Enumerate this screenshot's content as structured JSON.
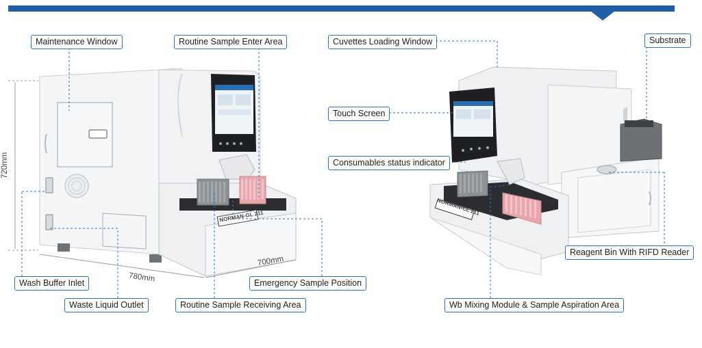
{
  "brand_colors": {
    "accent": "#1f5fa8",
    "leader": "#2d74bd",
    "sample_pink": "#e8a7ae"
  },
  "labels": {
    "maintenance_window": "Maintenance Window",
    "routine_sample_enter_area": "Routine Sample Enter Area",
    "wash_buffer_inlet": "Wash Buffer Inlet",
    "waste_liquid_outlet": "Waste Liquid Outlet",
    "routine_sample_receiving_area": "Routine Sample Receiving Area",
    "emergency_sample_position": "Emergency Sample Position",
    "cuvettes_loading_window": "Cuvettes Loading Window",
    "substrate": "Substrate",
    "touch_screen": "Touch Screen",
    "consumables_status_indicator": "Consumables status indicator",
    "reagent_bin_with_rifd_reader": "Reagent Bin With RIFD Reader",
    "wb_mixing_module": "Wb Mixing Module & Sample Aspiration Area"
  },
  "dimensions": {
    "height": "720mm",
    "width": "780mm",
    "depth": "700mm"
  },
  "device": {
    "model_left": "NORMAN-GL 211",
    "model_right": "NORMAN-CL 211"
  }
}
